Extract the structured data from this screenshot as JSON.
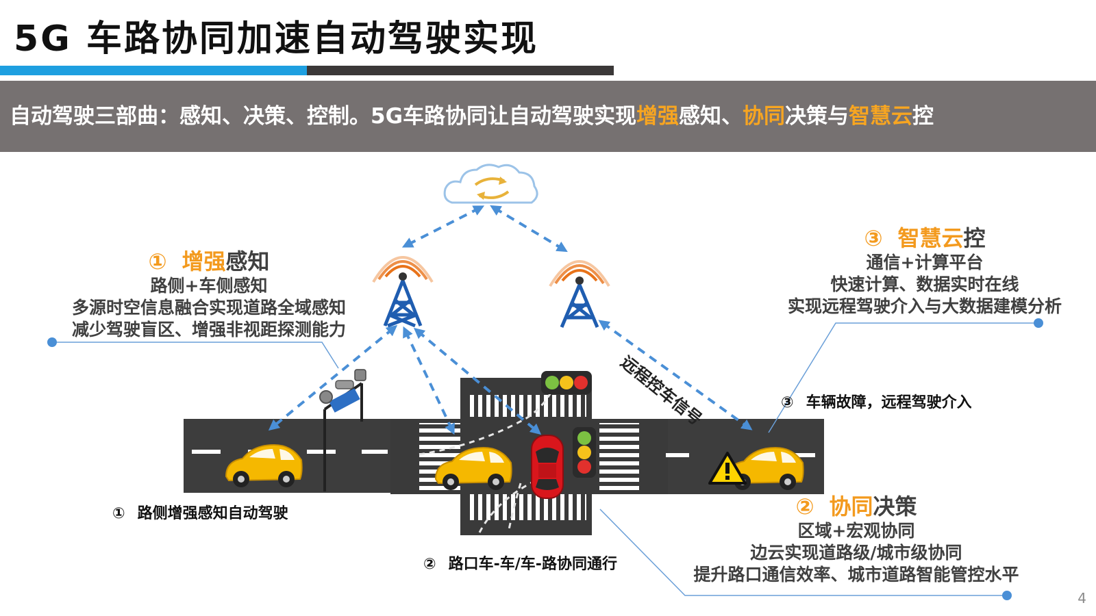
{
  "title": "5G 车路协同加速自动驾驶实现",
  "banner": {
    "pre": "自动驾驶三部曲：感知、决策、控制。5G车路协同让自动驾驶实现",
    "hl1": "增强",
    "mid1": "感知、",
    "hl2": "协同",
    "mid2": "决策与",
    "hl3": "智慧云",
    "post": "控"
  },
  "panel1": {
    "num": "①",
    "key": "增强",
    "rest": "感知",
    "lines": [
      "路侧+车侧感知",
      "多源时空信息融合实现道路全域感知",
      "减少驾驶盲区、增强非视距探测能力"
    ]
  },
  "panel2": {
    "num": "②",
    "key": "协同",
    "rest": "决策",
    "lines": [
      "区域+宏观协同",
      "边云实现道路级/城市级协同",
      "提升路口通信效率、城市道路智能管控水平"
    ]
  },
  "panel3": {
    "num": "③",
    "key": "智慧云",
    "rest": "控",
    "lines": [
      "通信+计算平台",
      "快速计算、数据实时在线",
      "实现远程驾驶介入与大数据建模分析"
    ]
  },
  "captions": {
    "c1_num": "①",
    "c1": "路侧增强感知自动驾驶",
    "c2_num": "②",
    "c2": "路口车-车/车-路协同通行",
    "c3_num": "③",
    "c3": "车辆故障，远程驾驶介入"
  },
  "signal_label": "远程控车信号",
  "page_number": "4",
  "colors": {
    "accent_blue": "#1e9fe0",
    "orange": "#f39a1e",
    "banner_gray": "#767171",
    "road": "#3a3a3a",
    "taxi": "#f5b800",
    "red_car": "#d9161c"
  },
  "icons": [
    "cloud-icon",
    "tower-icon",
    "traffic-light-icon",
    "warning-icon",
    "taxi-icon",
    "red-car-icon",
    "roadside-camera-icon"
  ]
}
